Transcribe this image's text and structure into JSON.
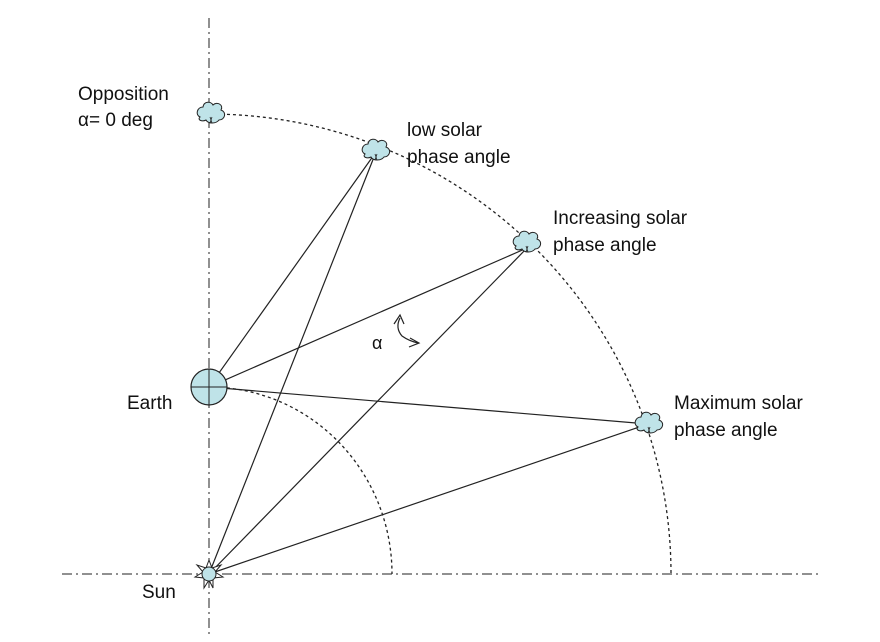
{
  "labels": {
    "opposition": "Opposition",
    "opposition_angle": "α= 0 deg",
    "low": [
      "low solar",
      "phase angle"
    ],
    "increasing": [
      "Increasing solar",
      "phase angle"
    ],
    "maximum": [
      "Maximum solar",
      "phase angle"
    ],
    "earth": "Earth",
    "sun": "Sun",
    "alpha": "α"
  },
  "colors": {
    "body_fill": "#bfe3e8",
    "stroke": "#222222"
  }
}
